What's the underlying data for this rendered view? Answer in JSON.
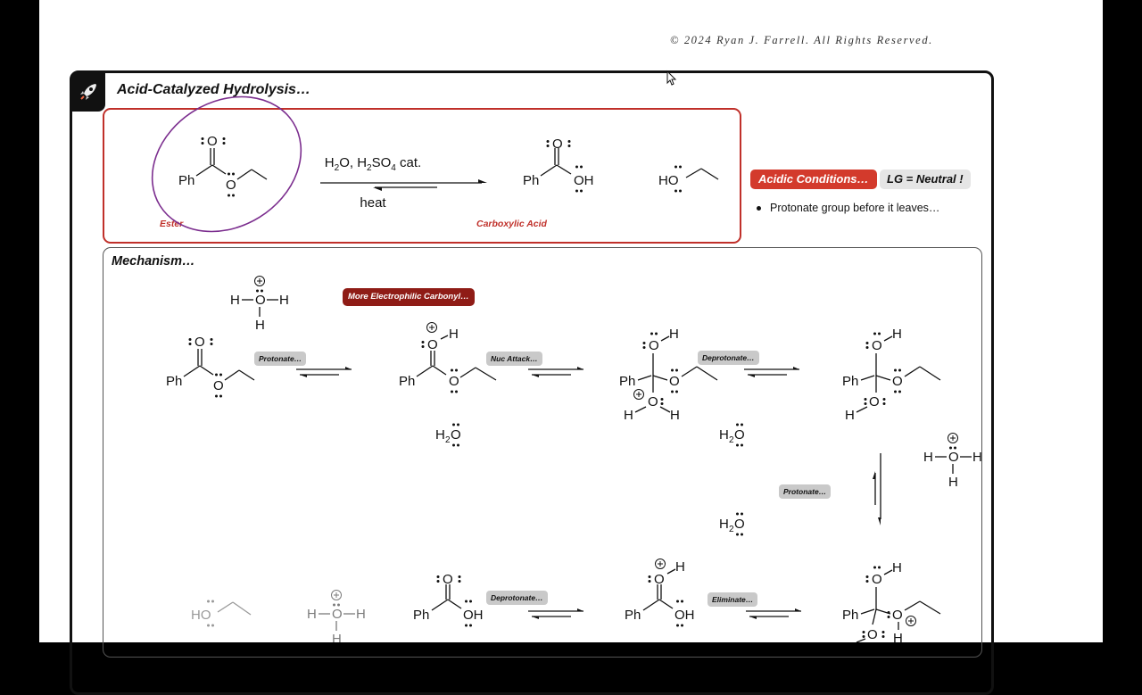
{
  "copyright": "© 2024 Ryan J. Farrell.  All Rights Reserved.",
  "title": "Acid-Catalyzed Hydrolysis…",
  "summary": {
    "ester_label": "Ester",
    "acid_label": "Carboxylic Acid",
    "heat": "heat",
    "conditions_badge": "Acidic Conditions…",
    "lg_badge": "LG = Neutral !",
    "bullet": "Protonate group before it leaves…"
  },
  "mechanism": {
    "title": "Mechanism…",
    "highlight": "More Electrophilic Carbonyl…",
    "steps": {
      "protonate_1": "Protonate…",
      "nuc_attack": "Nuc Attack…",
      "deprotonate_1": "Deprotonate…",
      "protonate_2": "Protonate…",
      "eliminate": "Eliminate…",
      "deprotonate_2": "Deprotonate…"
    }
  },
  "colors": {
    "accent_red": "#c0302a",
    "dark_red": "#8f1c16",
    "circle_purple": "#7b2d8e"
  },
  "icons": {
    "logo": "rocket-icon"
  }
}
